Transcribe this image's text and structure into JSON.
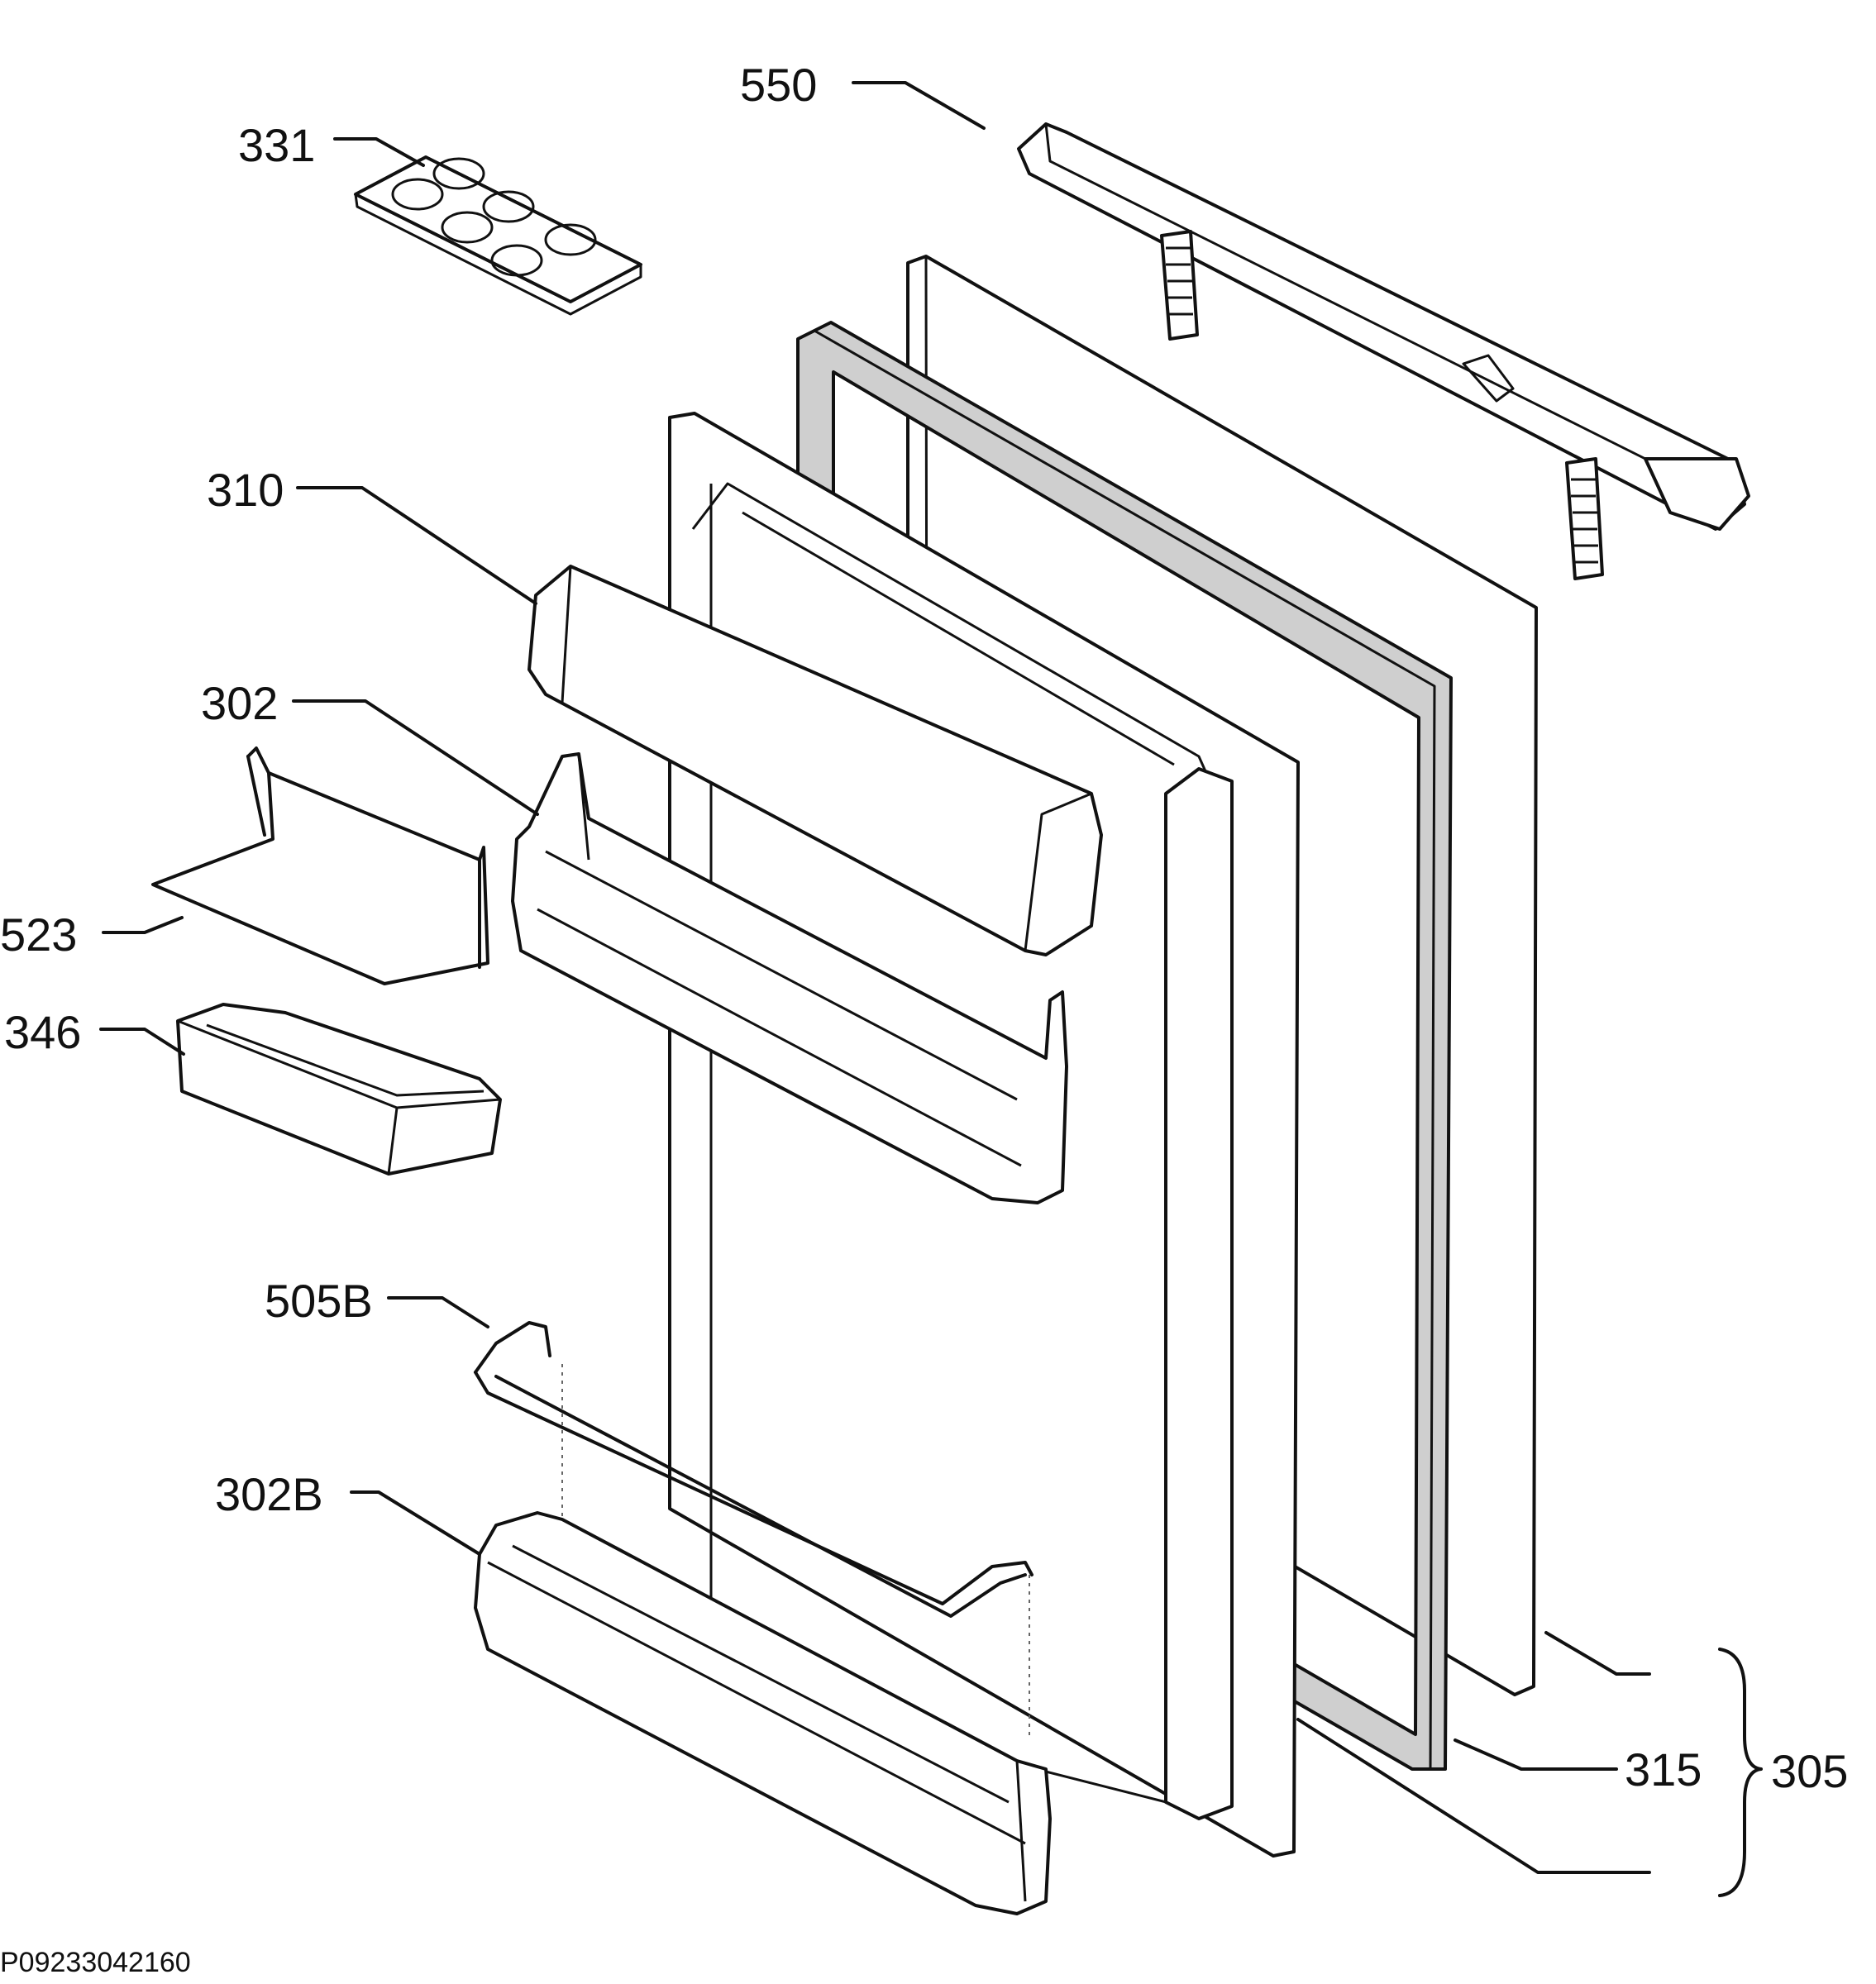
{
  "diagram": {
    "labels": {
      "p550": "550",
      "p331": "331",
      "p310": "310",
      "p302": "302",
      "p523": "523",
      "p346": "346",
      "p505b": "505B",
      "p302b": "302B",
      "p315": "315",
      "p305": "305"
    },
    "drawing_code": "P09233042160"
  }
}
